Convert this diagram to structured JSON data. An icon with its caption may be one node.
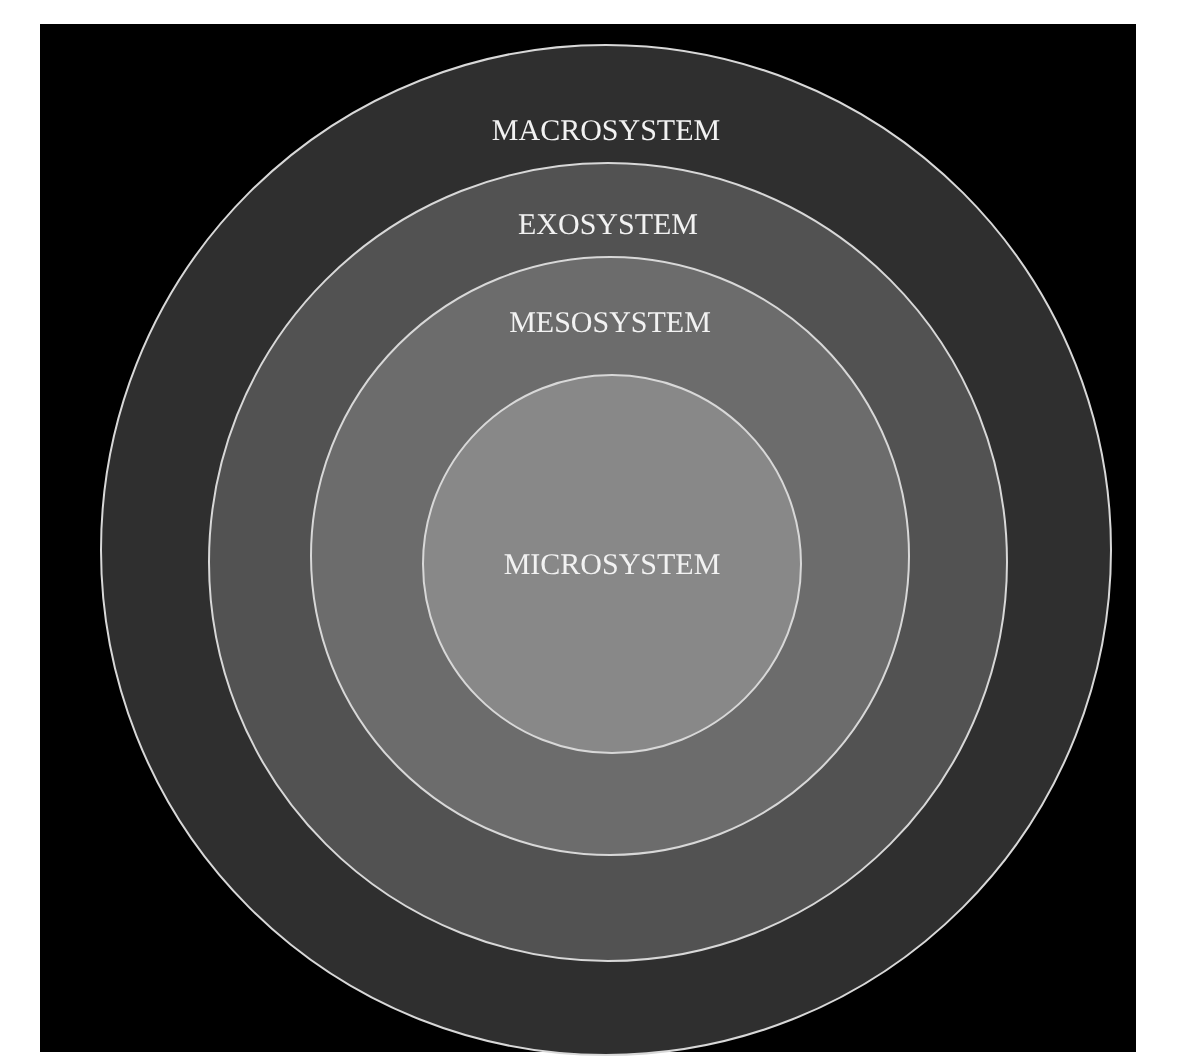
{
  "diagram": {
    "nodes": [
      {
        "text": [
          "MACROSYSTEM"
        ]
      },
      {
        "text": [
          "EXOSYSTEM"
        ],
        "in": 0
      },
      {
        "text": [
          "MESOSYSTEM"
        ],
        "in": 1
      },
      {
        "text": [
          "MICROSYSTEM"
        ],
        "in": 2
      }
    ]
  }
}
